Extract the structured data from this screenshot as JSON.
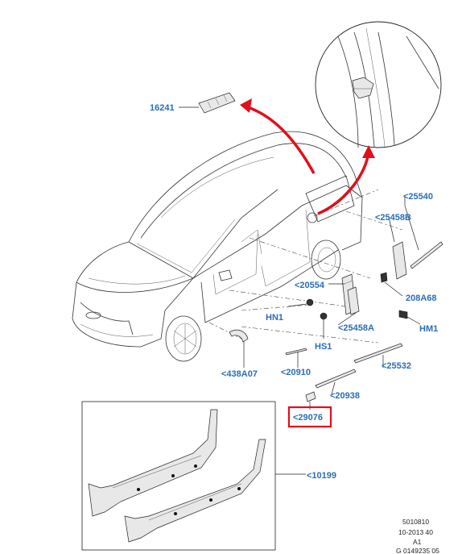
{
  "labels": {
    "p16241": "16241",
    "p25540": "<25540",
    "p25458b": "<25458B",
    "p20554": "<20554",
    "p208a68": "208A68",
    "hn1": "HN1",
    "hm1": "HM1",
    "p25458a": "<25458A",
    "hs1": "HS1",
    "p438a07": "<438A07",
    "p20910": "<20910",
    "p25532": "<25532",
    "p20938": "<20938",
    "p29076": "<29076",
    "p10199": "<10199"
  },
  "doc_ref": {
    "line1": "5010810",
    "line2": "10-2013 40",
    "line3": "A1",
    "line4": "G 0149235 05"
  },
  "colors": {
    "label": "#2a6db5",
    "highlight_box": "#e0101a",
    "arrow": "#e0101a",
    "line": "#222222"
  }
}
